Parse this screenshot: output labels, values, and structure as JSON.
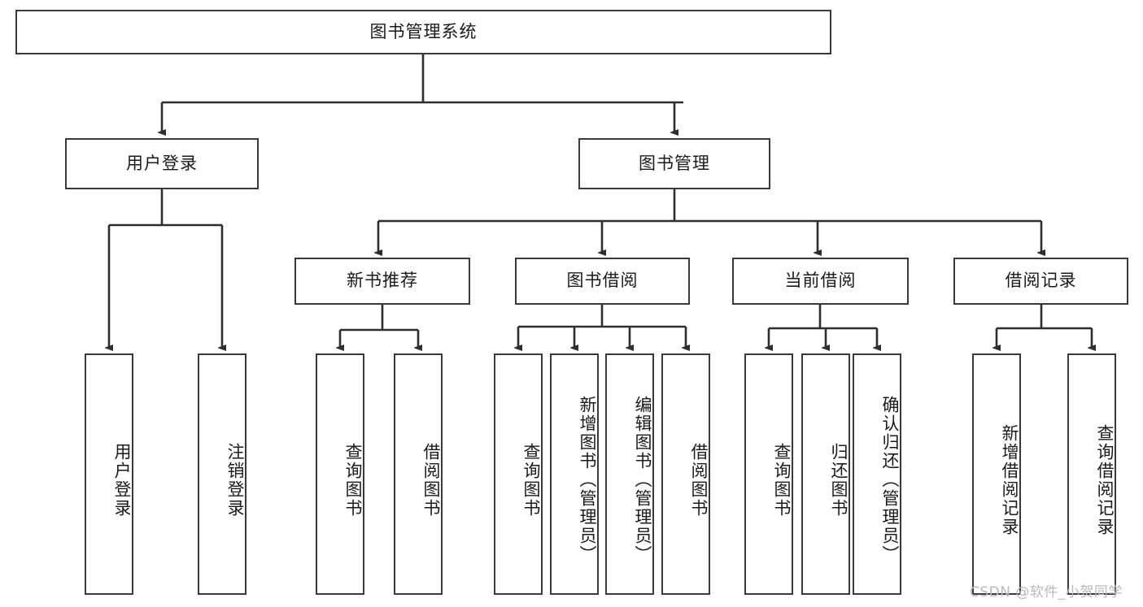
{
  "diagram": {
    "type": "tree-hierarchy",
    "title": "图书管理系统",
    "watermark": "CSDN @软件_小贺同学",
    "colors": {
      "box_border": "#3a3a3a",
      "box_fill": "#ffffff",
      "connector": "#2e2e2e",
      "text": "#1a1a1a",
      "watermark": "#b9b9b9",
      "background": "#ffffff"
    },
    "nodes": {
      "root": {
        "label": "图书管理系统",
        "orientation": "horizontal",
        "level": 0
      },
      "l1": [
        {
          "id": "user_login",
          "label": "用户登录",
          "orientation": "horizontal",
          "level": 1
        },
        {
          "id": "book_manage",
          "label": "图书管理",
          "orientation": "horizontal",
          "level": 1
        }
      ],
      "l2": [
        {
          "id": "new_book_rec",
          "label": "新书推荐",
          "orientation": "horizontal",
          "level": 2,
          "parent": "book_manage"
        },
        {
          "id": "book_borrow",
          "label": "图书借阅",
          "orientation": "horizontal",
          "level": 2,
          "parent": "book_manage"
        },
        {
          "id": "current_borrow",
          "label": "当前借阅",
          "orientation": "horizontal",
          "level": 2,
          "parent": "book_manage"
        },
        {
          "id": "borrow_record",
          "label": "借阅记录",
          "orientation": "horizontal",
          "level": 2,
          "parent": "book_manage"
        }
      ],
      "leaves": [
        {
          "id": "leaf_user_login",
          "label": "用户登录",
          "orientation": "vertical",
          "parent": "user_login"
        },
        {
          "id": "leaf_user_logout",
          "label": "注销登录",
          "orientation": "vertical",
          "parent": "user_login"
        },
        {
          "id": "leaf_rec_query",
          "label": "查询图书",
          "orientation": "vertical",
          "parent": "new_book_rec"
        },
        {
          "id": "leaf_rec_borrow",
          "label": "借阅图书",
          "orientation": "vertical",
          "parent": "new_book_rec"
        },
        {
          "id": "leaf_bb_query",
          "label": "查询图书",
          "orientation": "vertical",
          "parent": "book_borrow"
        },
        {
          "id": "leaf_bb_add",
          "label": "新增图书（管理员）",
          "orientation": "vertical",
          "parent": "book_borrow"
        },
        {
          "id": "leaf_bb_edit",
          "label": "编辑图书（管理员）",
          "orientation": "vertical",
          "parent": "book_borrow"
        },
        {
          "id": "leaf_bb_borrow",
          "label": "借阅图书",
          "orientation": "vertical",
          "parent": "book_borrow"
        },
        {
          "id": "leaf_cb_query",
          "label": "查询图书",
          "orientation": "vertical",
          "parent": "current_borrow"
        },
        {
          "id": "leaf_cb_return",
          "label": "归还图书",
          "orientation": "vertical",
          "parent": "current_borrow"
        },
        {
          "id": "leaf_cb_confirm",
          "label": "确认归还（管理员）",
          "orientation": "vertical",
          "parent": "current_borrow"
        },
        {
          "id": "leaf_br_add",
          "label": "新增借阅记录",
          "orientation": "vertical",
          "parent": "borrow_record"
        },
        {
          "id": "leaf_br_query",
          "label": "查询借阅记录",
          "orientation": "vertical",
          "parent": "borrow_record"
        }
      ]
    }
  }
}
